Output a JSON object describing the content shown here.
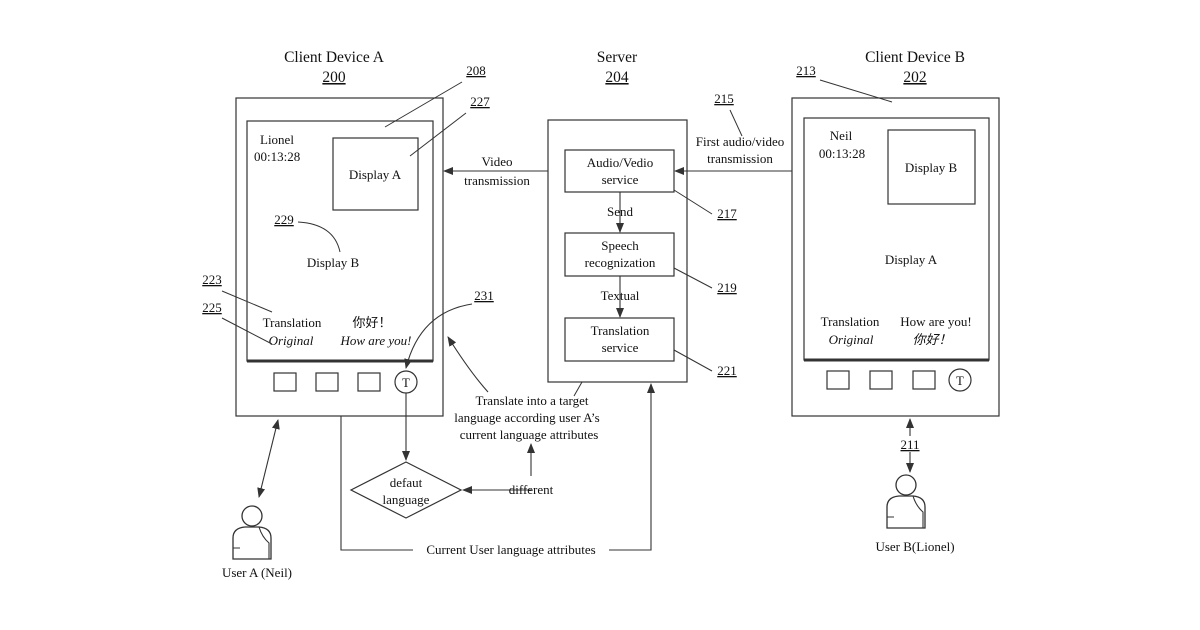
{
  "device_a": {
    "title": "Client  Device A",
    "ref": "200",
    "ref_frame": "208",
    "ref_display": "227",
    "ref_display_b": "229",
    "ref_translation": "223",
    "ref_original": "225",
    "ref_t_button": "231",
    "user_name": "Lionel",
    "timer": "00:13:28",
    "display_a": "Display A",
    "display_b": "Display B",
    "translation_label": "Translation",
    "translation_text": "你好！",
    "original_label": "Original",
    "original_text": "How are you!",
    "t_button": "T"
  },
  "server": {
    "title": "Server",
    "ref": "204",
    "audio_video_service": [
      "Audio/Vedio",
      "service"
    ],
    "ref_audio": "217",
    "speech_recognization": [
      "Speech",
      "recognization"
    ],
    "ref_speech": "219",
    "translation_service": [
      "Translation",
      "service"
    ],
    "ref_translation": "221",
    "send_label": "Send",
    "textual_label": "Textual"
  },
  "device_b": {
    "title": "Client  Device B",
    "ref": "202",
    "ref_frame": "213",
    "user_name": "Neil",
    "timer": "00:13:28",
    "display_b": "Display B",
    "display_a": "Display A",
    "translation_label": "Translation",
    "translation_text": "How are you!",
    "original_label": "Original",
    "original_text": "你好！",
    "t_button": "T"
  },
  "flows": {
    "ref_first_av": "215",
    "first_av": [
      "First audio/video",
      "transmission"
    ],
    "video_transmission": [
      "Video",
      "transmission"
    ],
    "translate_note": [
      "Translate into a target",
      "language according user A’s",
      "current language attributes"
    ],
    "default_language": [
      "defaut",
      "language"
    ],
    "different": "different",
    "current_user_lang": "Current User language attributes",
    "ref_link_b": "211"
  },
  "users": {
    "user_a": "User A (Neil)",
    "user_b": "User B(Lionel)"
  }
}
